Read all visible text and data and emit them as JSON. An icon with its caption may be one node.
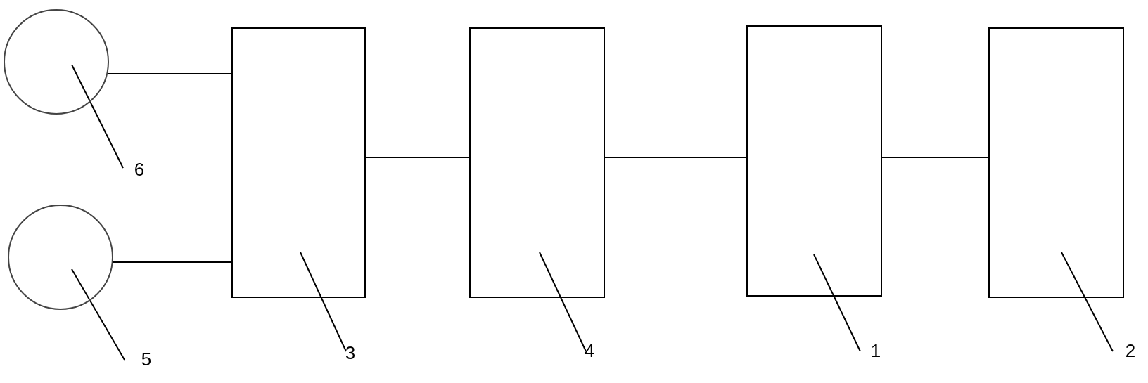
{
  "diagram": {
    "nodes": [
      {
        "text": [],
        "shape": "circle"
      },
      {
        "text": [],
        "shape": "circle"
      },
      {
        "text": [],
        "shape": "box"
      },
      {
        "text": [],
        "shape": "box"
      },
      {
        "text": [],
        "shape": "box"
      },
      {
        "text": [],
        "shape": "box"
      },
      {
        "text": [
          "6"
        ]
      },
      {
        "text": [
          "5"
        ]
      },
      {
        "text": [
          "3"
        ]
      },
      {
        "text": [
          "4"
        ]
      },
      {
        "text": [
          "1"
        ]
      },
      {
        "text": [
          "2"
        ]
      }
    ],
    "edges": [
      {
        "from": 0,
        "to": 2,
        "arrow": "none"
      },
      {
        "from": 1,
        "to": 2,
        "arrow": "none"
      },
      {
        "from": 2,
        "to": 3,
        "arrow": "none"
      },
      {
        "from": 3,
        "to": 4,
        "arrow": "none"
      },
      {
        "from": 4,
        "to": 5,
        "arrow": "none"
      },
      {
        "from": 6,
        "to": 0,
        "arrow": "none"
      },
      {
        "from": 7,
        "to": 1,
        "arrow": "none"
      },
      {
        "from": 8,
        "to": 2,
        "arrow": "none"
      },
      {
        "from": 9,
        "to": 3,
        "arrow": "none"
      },
      {
        "from": 10,
        "to": 4,
        "arrow": "none"
      },
      {
        "from": 11,
        "to": 5,
        "arrow": "none"
      }
    ]
  }
}
